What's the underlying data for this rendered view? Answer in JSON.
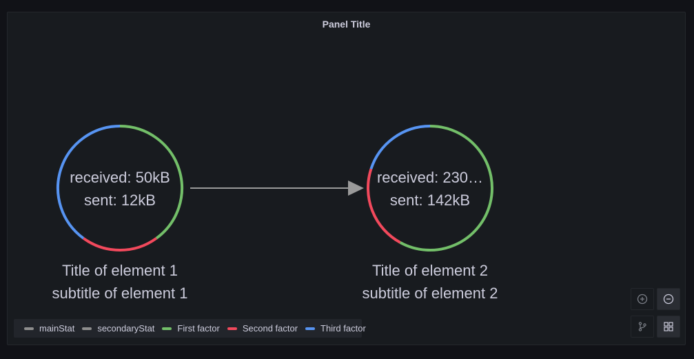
{
  "panel": {
    "title": "Panel Title"
  },
  "nodes": [
    {
      "main_stat": "received: 50kB",
      "secondary_stat": "sent: 12kB",
      "title": "Title of element 1",
      "subtitle": "subtitle of element 1",
      "arcs": [
        {
          "factor": "First factor",
          "fraction": 0.4
        },
        {
          "factor": "Second factor",
          "fraction": 0.2
        },
        {
          "factor": "Third factor",
          "fraction": 0.4
        }
      ]
    },
    {
      "main_stat": "received: 230…",
      "secondary_stat": "sent: 142kB",
      "title": "Title of element 2",
      "subtitle": "subtitle of element 2",
      "arcs": [
        {
          "factor": "First factor",
          "fraction": 0.58
        },
        {
          "factor": "Second factor",
          "fraction": 0.22
        },
        {
          "factor": "Third factor",
          "fraction": 0.2
        }
      ]
    }
  ],
  "legend": {
    "items": [
      {
        "label": "mainStat",
        "color": "#8e8e8e"
      },
      {
        "label": "secondaryStat",
        "color": "#8e8e8e"
      },
      {
        "label": "First factor",
        "color": "#73bf69"
      },
      {
        "label": "Second factor",
        "color": "#f2495c"
      },
      {
        "label": "Third factor",
        "color": "#5794f2"
      }
    ]
  },
  "colors": {
    "first_factor": "#73bf69",
    "second_factor": "#f2495c",
    "third_factor": "#5794f2",
    "edge": "#9a9a9a",
    "text": "#ccccdc",
    "panel_bg": "#181b1f",
    "page_bg": "#111217"
  },
  "controls": {
    "zoom_in_icon": "zoom-in-icon",
    "zoom_out_icon": "zoom-out-icon",
    "layout_icon": "branch-icon",
    "grid_icon": "grid-icon"
  }
}
